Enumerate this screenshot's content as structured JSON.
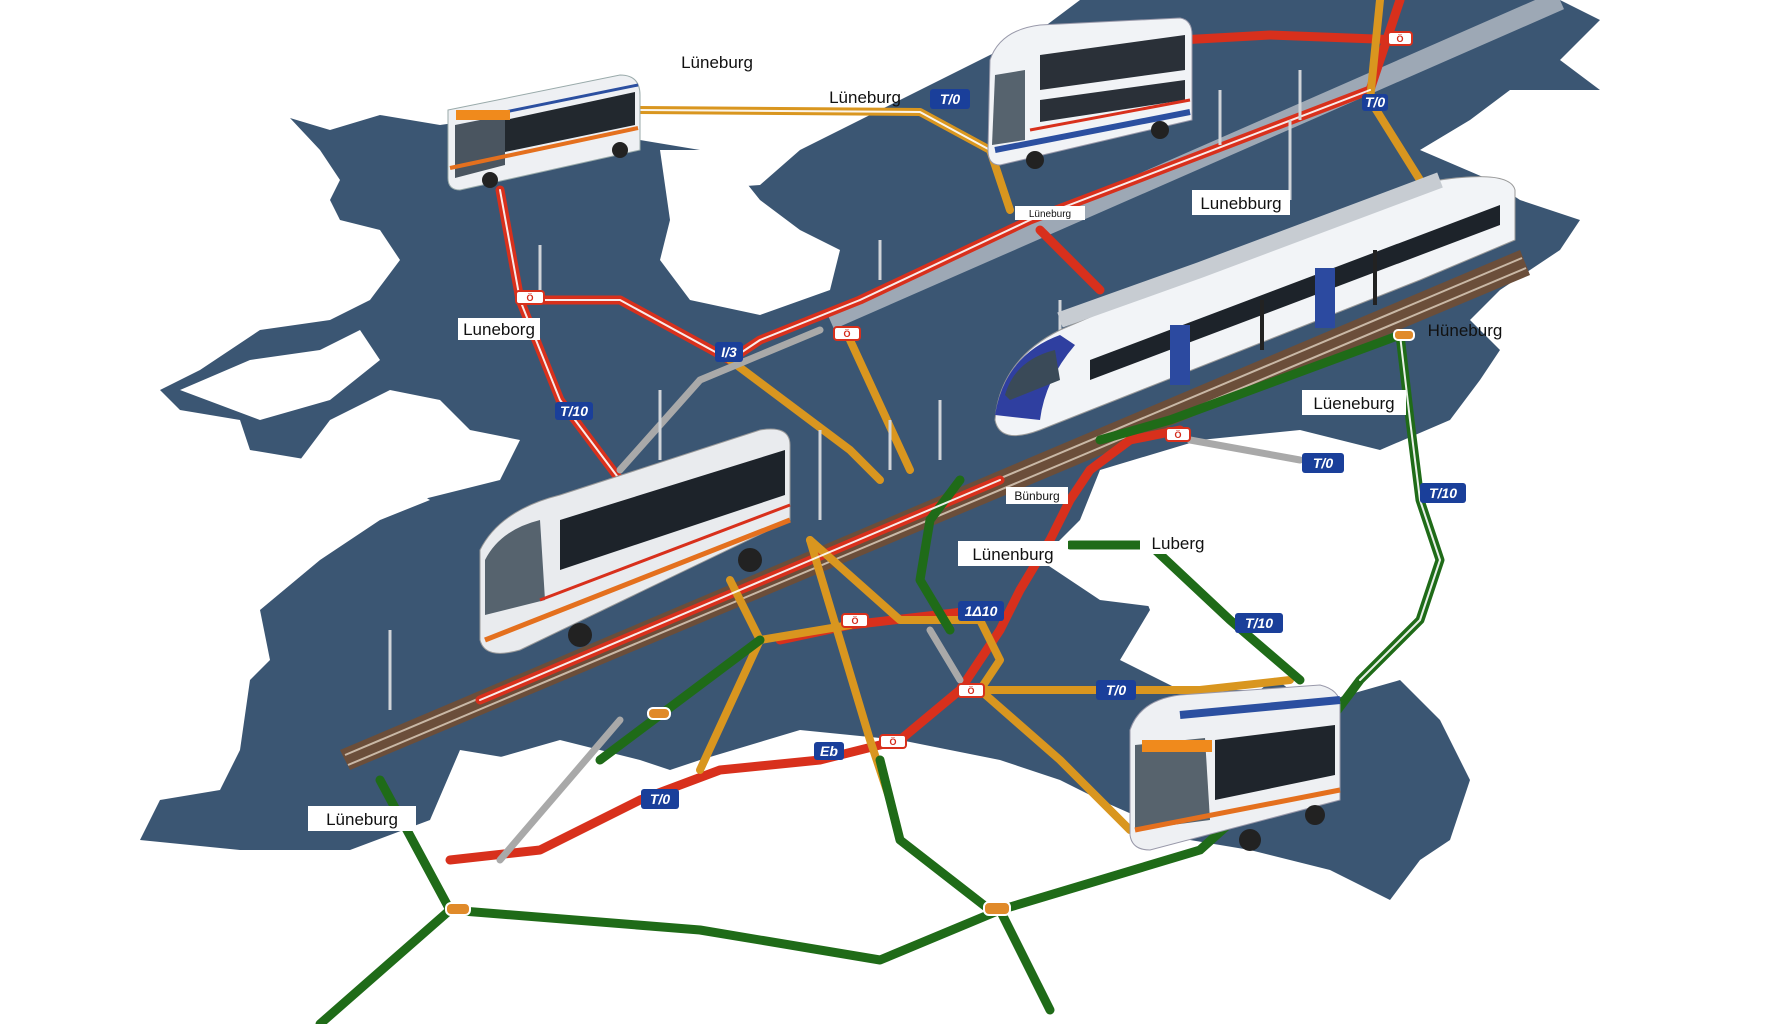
{
  "colors": {
    "land": "#3b5673",
    "red_line": "#d8301c",
    "orange_line": "#d9961f",
    "green_line": "#1f6b18",
    "gray_line": "#a9a9a9",
    "badge": "#1a3f9a",
    "rail": "#7a5a40"
  },
  "labels": {
    "top": "Lüneburg",
    "top_route": "Lüneburg",
    "upper_right": "Lunebburg",
    "left": "Luneborg",
    "right": "Hüneburg",
    "right_mid": "Lüeneburg",
    "center_small": "Bünburg",
    "center": "Lünenburg",
    "center_right": "Luberg",
    "bottom_left": "Lüneburg",
    "platform_sign": "Lüneburg"
  },
  "badges": [
    "T/0",
    "T/0",
    "I/3",
    "T/10",
    "T/0",
    "T/10",
    "T/10",
    "1Δ10",
    "T/0",
    "Eb",
    "T/0"
  ],
  "markers": [
    "Ö",
    "Ö",
    "Ö",
    "Ö",
    "Ö",
    "Ö",
    "Ö"
  ],
  "vehicles": [
    "bus-top-left",
    "double-decker-bus",
    "high-speed-train",
    "coach-bus",
    "city-bus"
  ]
}
